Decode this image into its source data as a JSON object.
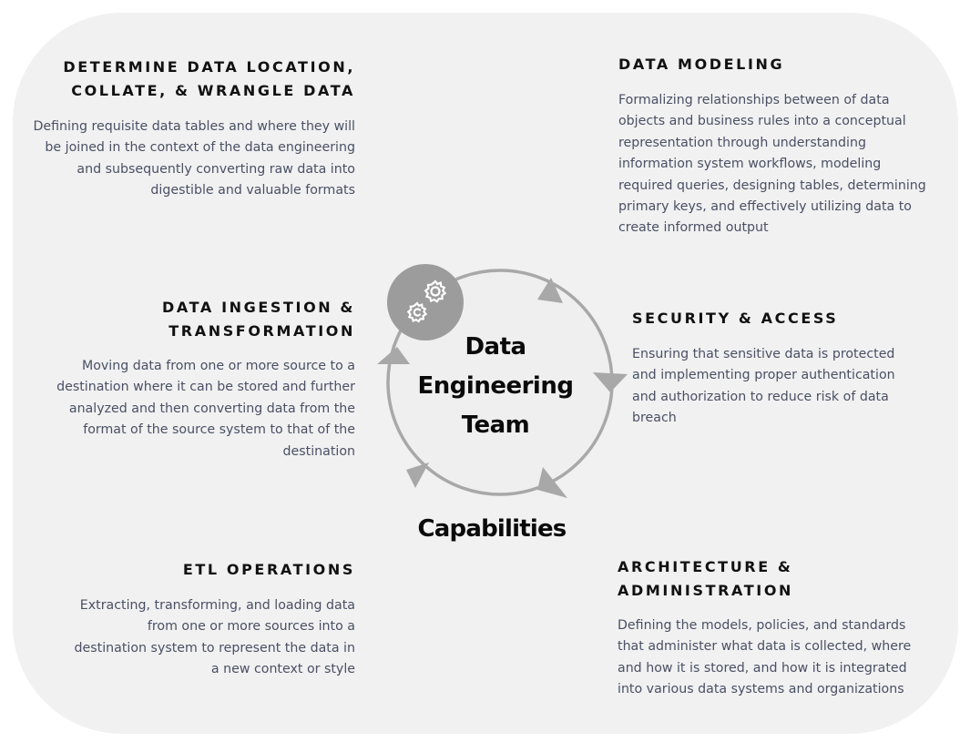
{
  "diagram": {
    "center": {
      "title_lines": [
        "Data",
        "Engineering",
        "Team"
      ],
      "icon": "gears-icon"
    },
    "footer_label": "Capabilities",
    "colors": {
      "panel_background": "#f1f1f2",
      "ring": "#a8a8a8",
      "gear_badge": "#9c9c9c",
      "heading_text": "#111111",
      "body_text": "#4a5063"
    },
    "capabilities": [
      {
        "id": "determine-data-location",
        "heading_lines": [
          "DETERMINE DATA LOCATION,",
          "COLLATE, & WRANGLE DATA"
        ],
        "description_lines": [
          "Defining requisite data tables and where they will",
          "be joined in the context of the data engineering",
          "and subsequently converting raw data into",
          "digestible and valuable formats"
        ]
      },
      {
        "id": "data-modeling",
        "heading_lines": [
          "DATA MODELING"
        ],
        "description_lines": [
          "Formalizing relationships between of data",
          "objects and business rules into a conceptual",
          "representation through understanding",
          "information system workflows, modeling",
          "required queries, designing tables, determining",
          "primary keys, and effectively utilizing data to",
          "create informed output"
        ]
      },
      {
        "id": "data-ingestion",
        "heading_lines": [
          "DATA INGESTION &",
          "TRANSFORMATION"
        ],
        "description_lines": [
          "Moving data from one or more source to a",
          "destination where it can be stored and further",
          "analyzed and then converting data from the",
          "format of the source system to that of the",
          "destination"
        ]
      },
      {
        "id": "security-access",
        "heading_lines": [
          "SECURITY & ACCESS"
        ],
        "description_lines": [
          "Ensuring that sensitive data is protected",
          "and implementing proper authentication",
          "and authorization to reduce risk of data",
          "breach"
        ]
      },
      {
        "id": "etl-operations",
        "heading_lines": [
          "ETL OPERATIONS"
        ],
        "description_lines": [
          "Extracting, transforming, and loading data",
          "from one or more sources into a",
          "destination system to represent the data in",
          "a new context or style"
        ]
      },
      {
        "id": "architecture-administration",
        "heading_lines": [
          "ARCHITECTURE &",
          "ADMINISTRATION"
        ],
        "description_lines": [
          "Defining the models, policies, and standards",
          "that administer what data is collected, where",
          "and how it is stored, and how it is integrated",
          "into various data systems and organizations"
        ]
      }
    ]
  }
}
